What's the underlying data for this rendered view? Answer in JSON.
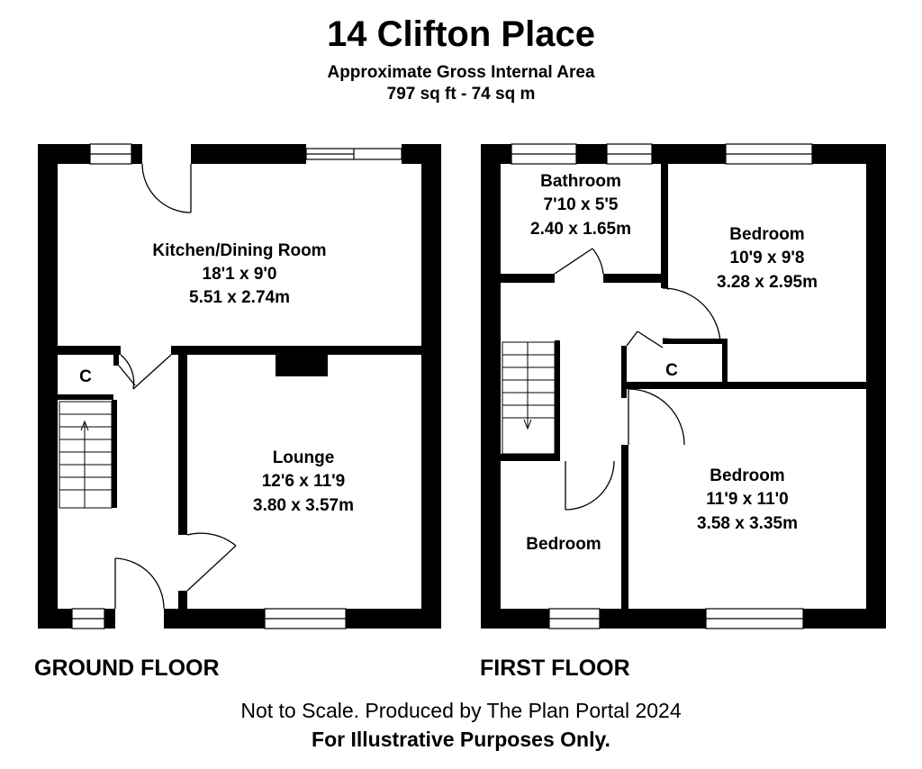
{
  "header": {
    "title": "14 Clifton Place",
    "subtitle_line1": "Approximate Gross Internal Area",
    "subtitle_line2": "797 sq ft - 74 sq m"
  },
  "ground_floor": {
    "label": "GROUND FLOOR",
    "rooms": {
      "kitchen": {
        "name": "Kitchen/Dining Room",
        "size_imperial": "18'1 x 9'0",
        "size_metric": "5.51 x 2.74m"
      },
      "lounge": {
        "name": "Lounge",
        "size_imperial": "12'6 x 11'9",
        "size_metric": "3.80 x 3.57m"
      },
      "cupboard": {
        "name": "C"
      }
    }
  },
  "first_floor": {
    "label": "FIRST FLOOR",
    "rooms": {
      "bathroom": {
        "name": "Bathroom",
        "size_imperial": "7'10 x 5'5",
        "size_metric": "2.40 x 1.65m"
      },
      "bedroom_rear": {
        "name": "Bedroom",
        "size_imperial": "10'9 x 9'8",
        "size_metric": "3.28 x 2.95m"
      },
      "bedroom_front": {
        "name": "Bedroom",
        "size_imperial": "11'9 x 11'0",
        "size_metric": "3.58 x 3.35m"
      },
      "bedroom_small": {
        "name": "Bedroom"
      },
      "cupboard": {
        "name": "C"
      }
    }
  },
  "footer": {
    "line1": "Not to Scale. Produced by The Plan Portal 2024",
    "line2": "For Illustrative Purposes Only."
  }
}
